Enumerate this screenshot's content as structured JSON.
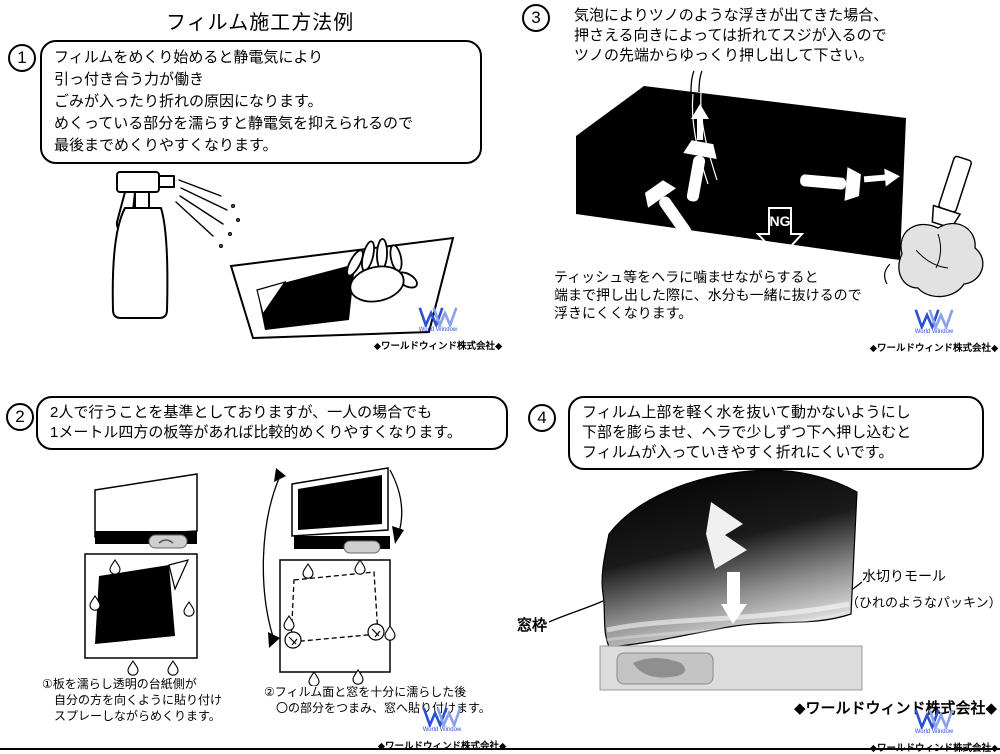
{
  "title": "フィルム施工方法例",
  "company": "◆ワールドウィンド株式会社◆",
  "logo": {
    "subtext": "World Window"
  },
  "step1": {
    "number": "1",
    "box_lines": [
      "フィルムをめくり始めると静電気により",
      "引っ付き合う力が働き",
      "ごみが入ったり折れの原因になります。",
      "めくっている部分を濡らすと静電気を抑えられるので",
      "最後までめくりやすくなります。"
    ]
  },
  "step2": {
    "number": "2",
    "box_lines": [
      "2人で行うことを基準としておりますが、一人の場合でも",
      "1メートル四方の板等があれば比較的めくりやすくなります。"
    ],
    "caption1": [
      "①板を濡らし透明の台紙側が",
      "　自分の方を向くように貼り付け",
      "　スプレーしながらめくります。"
    ],
    "caption2": [
      "②フィルム面と窓を十分に濡らした後",
      "　〇の部分をつまみ、窓へ貼り付けます。"
    ]
  },
  "step3": {
    "number": "3",
    "intro": [
      "気泡によりツノのような浮きが出てきた場合、",
      "押さえる向きによっては折れてスジが入るので",
      "ツノの先端からゆっくり押し出して下さい。"
    ],
    "ng_label": "NG",
    "note": [
      "ティッシュ等をヘラに噛ませながらすると",
      "端まで押し出した際に、水分も一緒に抜けるので",
      "浮きにくくなります。"
    ]
  },
  "step4": {
    "number": "4",
    "box_lines": [
      "フィルム上部を軽く水を抜いて動かないようにし",
      "下部を膨らませ、ヘラで少しずつ下へ押し込むと",
      "フィルムが入っていきやすく折れにくいです。"
    ],
    "label_window_frame": "窓枠",
    "label_molding": "水切りモール",
    "label_molding_sub": "（ひれのようなパッキン）"
  }
}
